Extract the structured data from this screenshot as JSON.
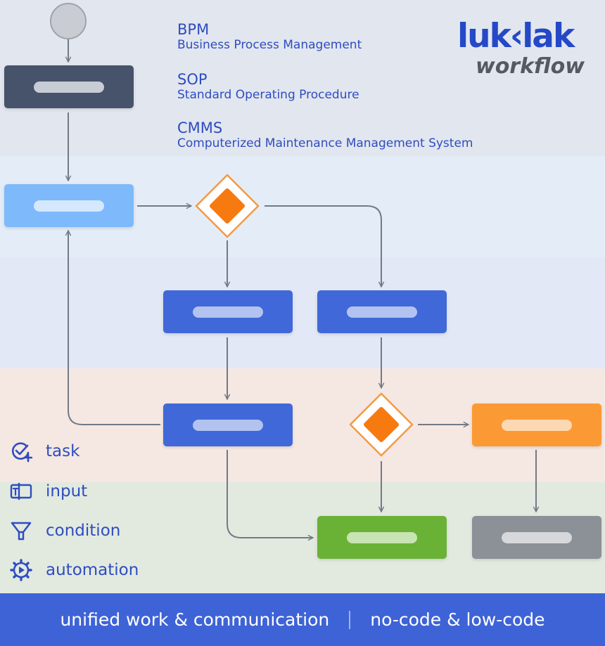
{
  "acronyms": [
    {
      "abbr": "BPM",
      "full": "Business Process Management"
    },
    {
      "abbr": "SOP",
      "full": "Standard Operating Procedure"
    },
    {
      "abbr": "CMMS",
      "full": "Computerized Maintenance Management System"
    }
  ],
  "logo": {
    "brand": "luk‹lak",
    "sub": "workflow"
  },
  "legend": [
    {
      "icon": "task-icon",
      "label": "task"
    },
    {
      "icon": "input-icon",
      "label": "input"
    },
    {
      "icon": "condition-icon",
      "label": "condition"
    },
    {
      "icon": "automation-icon",
      "label": "automation"
    }
  ],
  "footer": {
    "left": "unified work & communication",
    "right": "no-code & low-code"
  },
  "colors": {
    "dark_task": "#46536b",
    "light_task": "#7db9fb",
    "task": "#4067d8",
    "decision_fill": "#f77a10",
    "decision_border": "#f39a45",
    "orange_task": "#fb9a35",
    "green_task": "#6ab236",
    "gray_task": "#8c9097",
    "text_blue": "#2e4dc0",
    "connector": "#727a86"
  }
}
